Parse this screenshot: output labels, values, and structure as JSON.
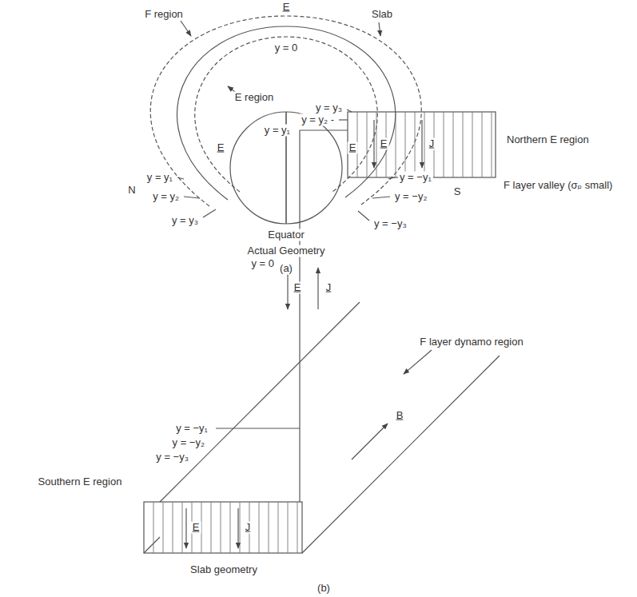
{
  "diagram": {
    "labels": [
      "F region",
      "E",
      "y = 0",
      "Slab",
      "E region",
      "N",
      "y = y₁",
      "y = y₂",
      "y = y₃",
      "E",
      "E",
      "y = −y₁",
      "y = −y₂",
      "S",
      "y = −y₃",
      "Equator",
      "Actual Geometry",
      "(a)",
      "y = y₃",
      "y = y₂ -",
      "y = y₁",
      "E",
      "J",
      "Northern E region",
      "F layer valley (σₚ small)",
      "y = 0",
      "E",
      "J",
      "F layer dynamo region",
      "B",
      "y = −y₁",
      "y = −y₂",
      "y = −y₃",
      "Southern E region",
      "E",
      "J",
      "Slab geometry",
      "(b)"
    ]
  }
}
